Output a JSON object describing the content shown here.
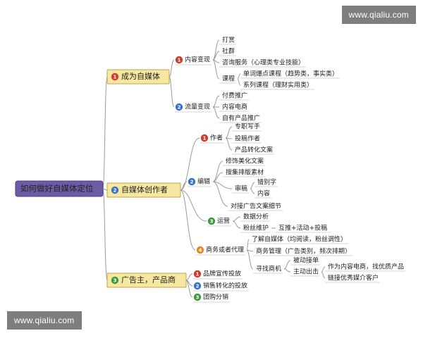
{
  "watermark": "www.qialiu.com",
  "root": {
    "label": "如何做好自媒体定位"
  },
  "colors": {
    "root_fill": "#6b5ca5",
    "root_text": "#ffffff",
    "main_fill": "#f6e8a0",
    "main_stroke": "#b9a653",
    "line": "#9a9a9a",
    "badge": [
      "#d23a2a",
      "#3a72c8",
      "#3c9a3c",
      "#e08a1e"
    ]
  },
  "branches": [
    {
      "num": "1",
      "label": "成为自媒体",
      "children": [
        {
          "num": "1",
          "label": "内容变现",
          "children": [
            {
              "label": "打赏"
            },
            {
              "label": "社群"
            },
            {
              "label": "咨询服务（心理类专业技能）"
            },
            {
              "label": "课程",
              "children": [
                {
                  "label": "单词爆点课程（趋势类，事实类）"
                },
                {
                  "label": "系列课程（理财实用类）"
                }
              ]
            }
          ]
        },
        {
          "num": "2",
          "label": "流量变现",
          "children": [
            {
              "label": "付费推广"
            },
            {
              "label": "内容电商"
            },
            {
              "label": "自有产品推广"
            }
          ]
        }
      ]
    },
    {
      "num": "2",
      "label": "自媒体创作者",
      "children": [
        {
          "num": "1",
          "label": "作者",
          "children": [
            {
              "label": "专职写手"
            },
            {
              "label": "投稿作者"
            },
            {
              "label": "产品转化文案"
            }
          ]
        },
        {
          "num": "2",
          "label": "编辑",
          "children": [
            {
              "label": "修饰美化文案"
            },
            {
              "label": "搜集排版素材"
            },
            {
              "label": "审稿",
              "children": [
                {
                  "label": "错别字"
                },
                {
                  "label": "内容"
                }
              ]
            },
            {
              "label": "对接广告文案细节"
            }
          ]
        },
        {
          "num": "3",
          "label": "运营",
          "children": [
            {
              "label": "数据分析"
            },
            {
              "label": "粉丝维护",
              "children": [
                {
                  "label": "互推+活动+投稿"
                }
              ]
            }
          ]
        },
        {
          "num": "4",
          "label": "商务或者代理",
          "children": [
            {
              "label": "了解自媒体（均阅读，粉丝调性）"
            },
            {
              "label": "商务管理（广告类别，频次排期）"
            },
            {
              "label": "寻找商机",
              "children": [
                {
                  "label": "被动接单"
                },
                {
                  "label": "主动出击",
                  "children": [
                    {
                      "label": "作为内容电商，找优质产品"
                    },
                    {
                      "label": "链接优秀媒介客户"
                    }
                  ]
                }
              ]
            }
          ]
        }
      ]
    },
    {
      "num": "3",
      "label": "广告主，产品商",
      "children": [
        {
          "num": "1",
          "label": "品牌宣传投放"
        },
        {
          "num": "2",
          "label": "销售转化的投放"
        },
        {
          "num": "3",
          "label": "团购分销"
        }
      ]
    }
  ]
}
